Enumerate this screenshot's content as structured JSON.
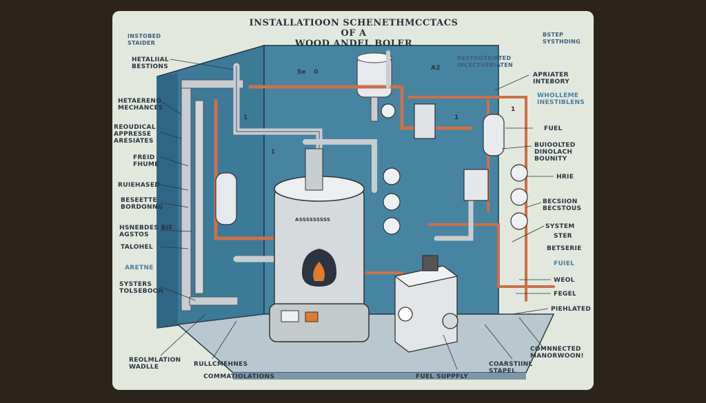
{
  "title": {
    "line1": "INSTALLATIOON SCHENETHMCCTACS OF A",
    "line2": "WOOD ANDEL BOLER"
  },
  "labels_left": [
    "INSTOBED STAIDER",
    "HETALIIAL BESTIONS",
    "HETAERENO MECHANCES",
    "REOUDICAL APPRESSE ARESIATES",
    "FREID FHUME",
    "RUIEHASED",
    "BESEETTE BORDONNG",
    "HSNEBDES BIE AGSTOS",
    "TALOHEL",
    "ARETNE",
    "SYSTERS TOLSEBOON"
  ],
  "labels_bottom": [
    "REOLMLATION WADLLE",
    "RULLCMEHNES",
    "COMMATIOLATIONS",
    "FUEL SUPPFLY",
    "COARSTIINL STAPEL"
  ],
  "labels_right": [
    "BSTEP SYSTHDING",
    "RESTOOTRIRTED INCECTHERIATEN",
    "APRIATER INTEBORY",
    "WHOLLEME INESTIBLENS",
    "FUEL",
    "BUIOOLTED DINOLACH BOUNITY",
    "HRIE",
    "BECSIION BECSTOUS",
    "SYSTEM",
    "STER",
    "BETSERIE",
    "FUIEL",
    "WEOL",
    "FEGEL",
    "PIEHLATED",
    "COMNNECTED MANORWOON!"
  ],
  "boiler_plate": "ASSSSSSSSS",
  "badges": [
    "5e",
    "0",
    "A2",
    "1",
    "1",
    "1",
    "1"
  ],
  "colors": {
    "background": "#2b231c",
    "card": "#e3e8de",
    "wall": "#3a7795",
    "pipe": "#c8cdd0",
    "copper": "#c9714a",
    "ink": "#2b3440"
  }
}
